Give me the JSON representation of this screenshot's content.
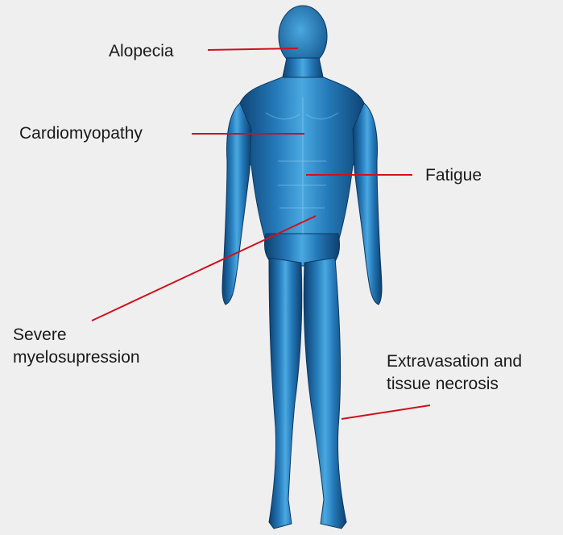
{
  "labels": {
    "alopecia": "Alopecia",
    "cardiomyopathy": "Cardiomyopathy",
    "fatigue": "Fatigue",
    "myelosupression": [
      "Severe",
      "myelosupression"
    ],
    "extravasation": [
      "Extravasation and",
      "tissue necrosis"
    ]
  },
  "colors": {
    "background": "#efefef",
    "body_light": "#4aa8e0",
    "body_mid": "#2479b8",
    "body_dark": "#0d3f6e",
    "leader_line": "#d0101c",
    "text": "#1a1a1a"
  }
}
